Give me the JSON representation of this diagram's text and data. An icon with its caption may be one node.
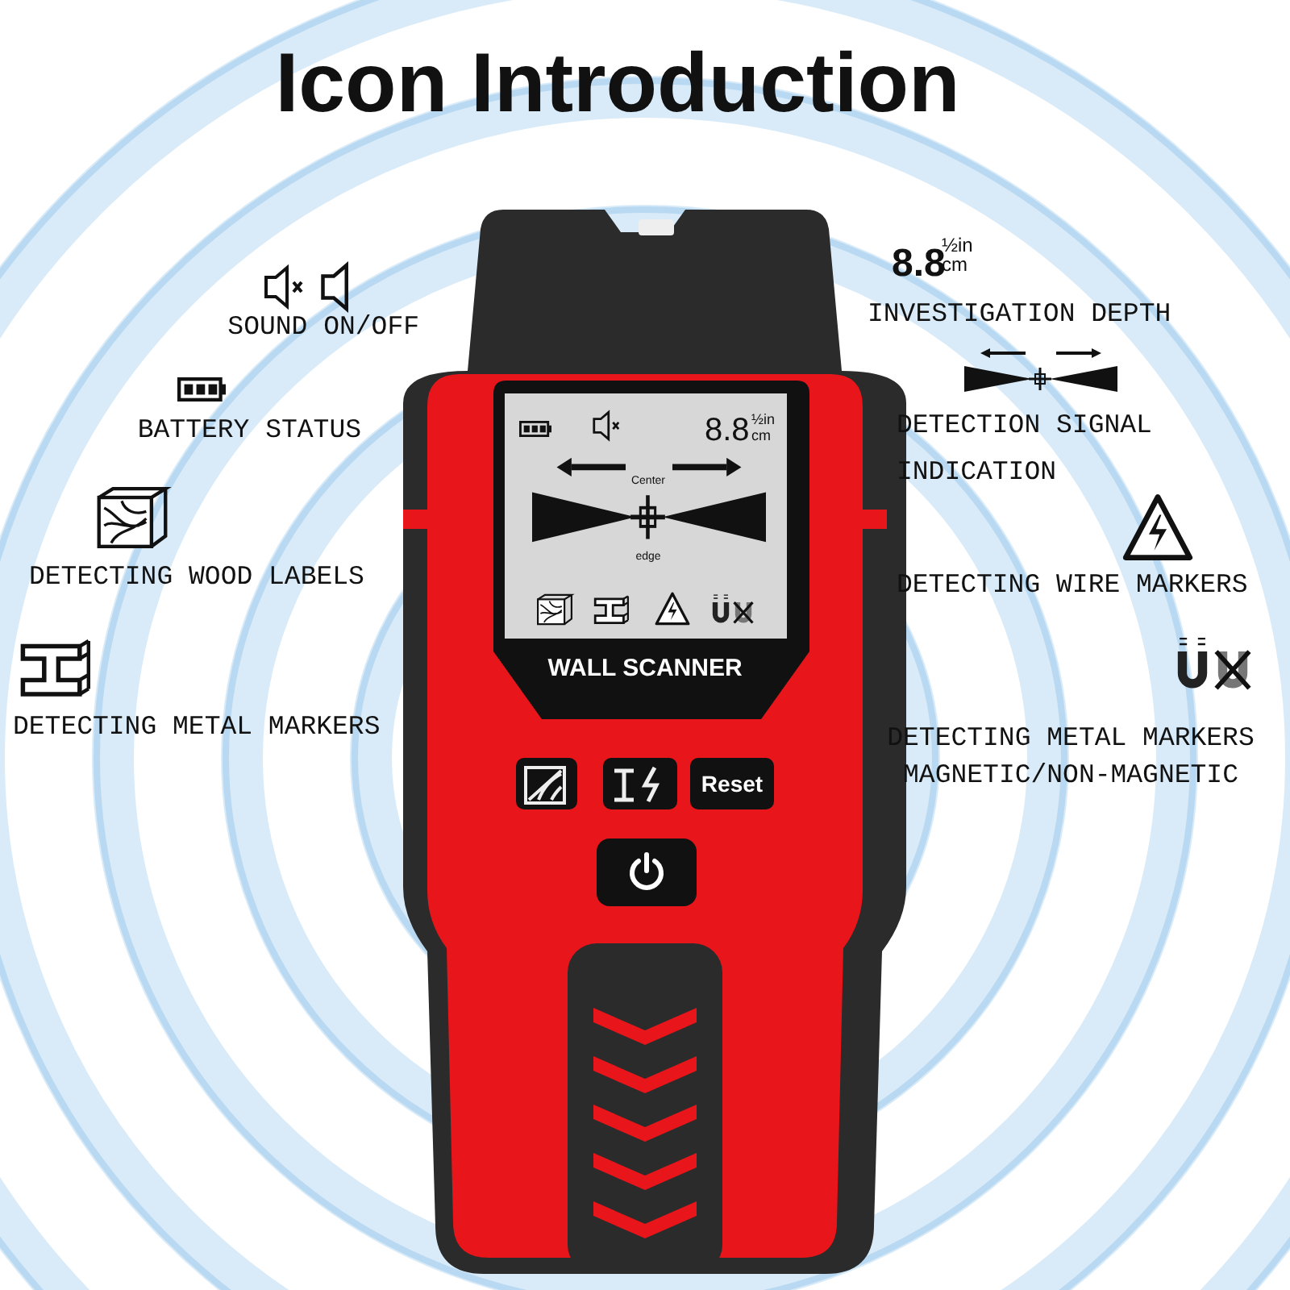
{
  "diagram": {
    "title": "Icon Introduction",
    "labels": [
      "8.8",
      "½in",
      "cm",
      "SOUND ON/OFF",
      "INVESTIGATION DEPTH",
      "BATTERY STATUS",
      "8.8",
      "½in",
      "cm",
      "Center",
      "edge",
      "DETECTION SIGNAL INDICATION",
      "DETECTING WOOD LABELS",
      "DETECTING WIRE MARKERS",
      "WALL SCANNER",
      "DETECTING METAL MARKERS",
      "DETECTING METAL MARKERS MAGNETIC/NON-MAGNETIC",
      "Reset"
    ]
  }
}
